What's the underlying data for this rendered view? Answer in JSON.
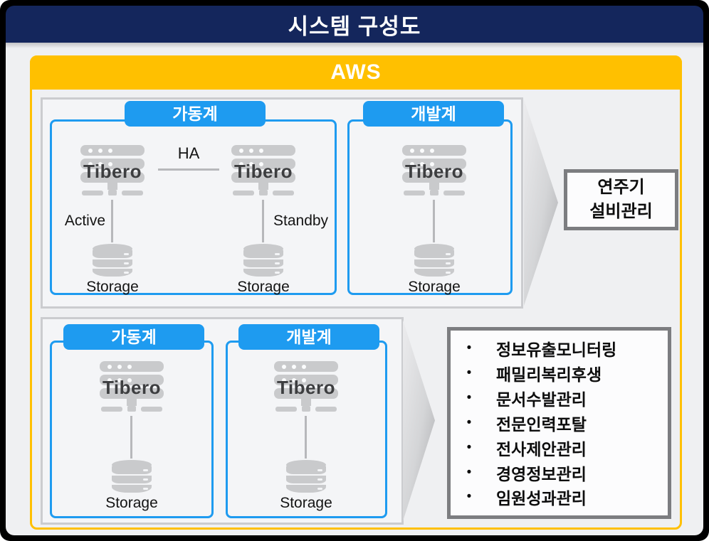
{
  "page": {
    "title": "시스템 구성도"
  },
  "aws": {
    "label": "AWS"
  },
  "top_section": {
    "production": {
      "label": "가동계",
      "ha": "HA",
      "server_a": {
        "name": "Tibero",
        "role": "Active",
        "storage_label": "Storage"
      },
      "server_b": {
        "name": "Tibero",
        "role": "Standby",
        "storage_label": "Storage"
      }
    },
    "development": {
      "label": "개발계",
      "server": {
        "name": "Tibero",
        "storage_label": "Storage"
      }
    },
    "target_system": {
      "line1": "연주기",
      "line2": "설비관리"
    }
  },
  "bottom_section": {
    "production": {
      "label": "가동계",
      "server": {
        "name": "Tibero",
        "storage_label": "Storage"
      }
    },
    "development": {
      "label": "개발계",
      "server": {
        "name": "Tibero",
        "storage_label": "Storage"
      }
    },
    "services": {
      "bullet": "•",
      "items": [
        "정보유출모니터링",
        "패밀리복리후생",
        "문서수발관리",
        "전문인력포탈",
        "전사제안관리",
        "경영정보관리",
        "임원성과관리"
      ]
    }
  },
  "colors": {
    "navy": "#14265C",
    "gold": "#FFC000",
    "blue": "#1E9BF0",
    "panel_bg": "#EFF0F2",
    "section_bg": "#F4F5F7",
    "box_border": "#CBCCCF",
    "strong_border": "#7C7D80",
    "icon_gray": "#C9CACC",
    "icon_text": "#3D3E40",
    "line_gray": "#B7B8BB"
  }
}
